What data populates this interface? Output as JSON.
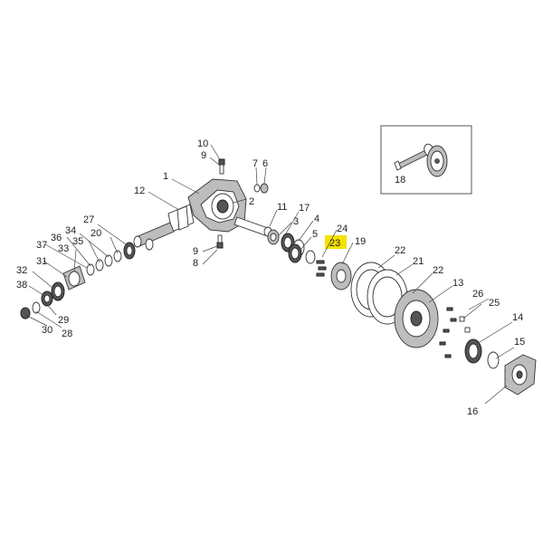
{
  "highlight_color": "#f5e100",
  "inset": {
    "label": "18"
  },
  "labels": {
    "p1": "1",
    "p2": "2",
    "p3": "3",
    "p4": "4",
    "p5": "5",
    "p6": "6",
    "p7": "7",
    "p8": "8",
    "p9a": "9",
    "p9b": "9",
    "p10": "10",
    "p11": "11",
    "p12": "12",
    "p13": "13",
    "p14": "14",
    "p15": "15",
    "p16": "16",
    "p17": "17",
    "p19": "19",
    "p20": "20",
    "p21": "21",
    "p22a": "22",
    "p22b": "22",
    "p23": "23",
    "p24": "24",
    "p25": "25",
    "p26": "26",
    "p27": "27",
    "p28": "28",
    "p29": "29",
    "p30": "30",
    "p31": "31",
    "p32": "32",
    "p33": "33",
    "p34": "34",
    "p35": "35",
    "p36": "36",
    "p37": "37",
    "p38": "38"
  }
}
